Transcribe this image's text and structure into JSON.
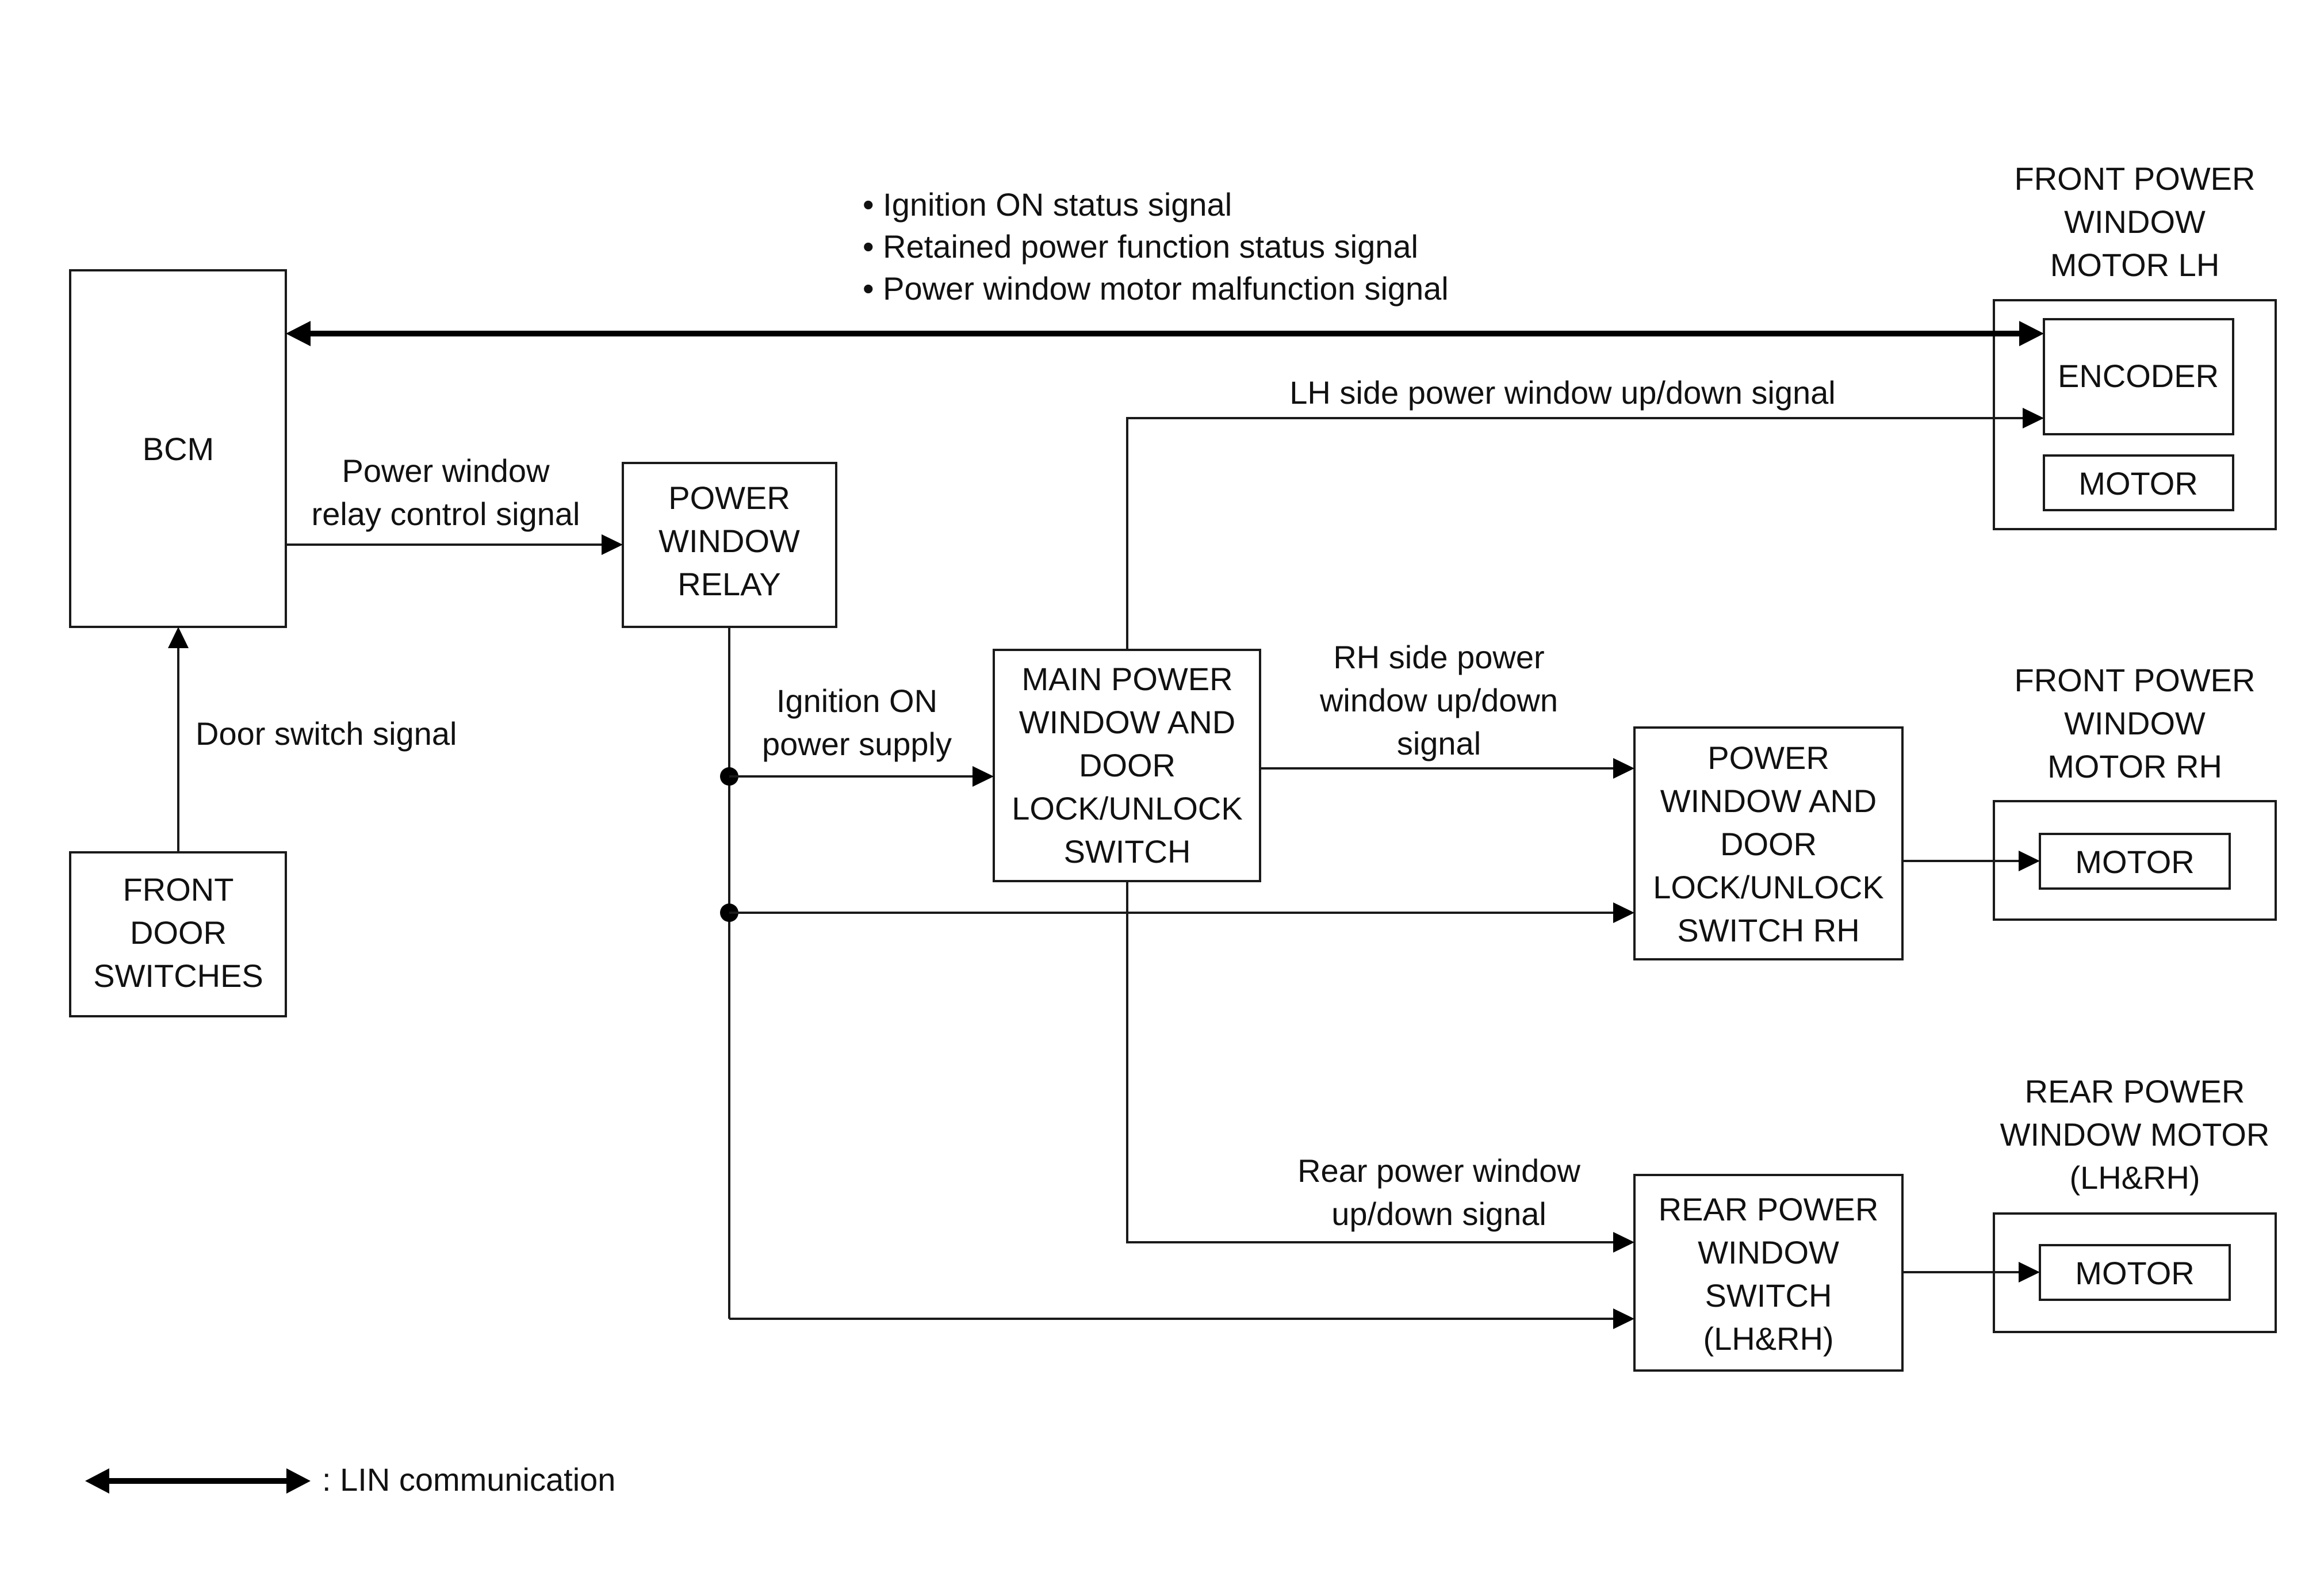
{
  "blocks": {
    "bcm": "BCM",
    "relay": [
      "POWER",
      "WINDOW",
      "RELAY"
    ],
    "main_switch": [
      "MAIN POWER",
      "WINDOW AND",
      "DOOR",
      "LOCK/UNLOCK",
      "SWITCH"
    ],
    "rh_switch": [
      "POWER",
      "WINDOW AND",
      "DOOR",
      "LOCK/UNLOCK",
      "SWITCH RH"
    ],
    "rear_switch": [
      "REAR POWER",
      "WINDOW",
      "SWITCH",
      "(LH&RH)"
    ],
    "front_door_switches": [
      "FRONT",
      "DOOR",
      "SWITCHES"
    ],
    "encoder": "ENCODER",
    "motor_lh": "MOTOR",
    "motor_rh": "MOTOR",
    "motor_rear": "MOTOR"
  },
  "group_titles": {
    "front_lh": [
      "FRONT POWER",
      "WINDOW",
      "MOTOR LH"
    ],
    "front_rh": [
      "FRONT POWER",
      "WINDOW",
      "MOTOR RH"
    ],
    "rear": [
      "REAR POWER",
      "WINDOW MOTOR",
      "(LH&RH)"
    ]
  },
  "signals": {
    "lin_bullets": [
      "• Ignition ON status signal",
      "• Retained power function status signal",
      "• Power window motor malfunction signal"
    ],
    "relay_control": [
      "Power window",
      "relay control signal"
    ],
    "door_switch": "Door switch signal",
    "ignition_on": [
      "Ignition ON",
      "power supply"
    ],
    "lh_updown": "LH side power window up/down signal",
    "rh_updown": [
      "RH side power",
      "window up/down",
      "signal"
    ],
    "rear_updown": [
      "Rear power window",
      "up/down signal"
    ]
  },
  "legend": {
    "lin": ": LIN communication"
  }
}
